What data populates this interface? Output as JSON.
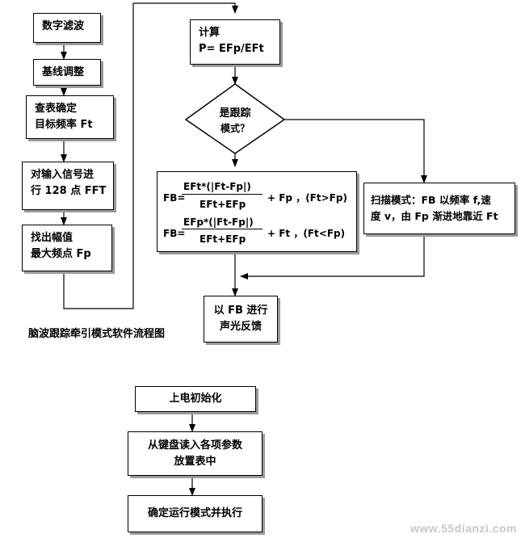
{
  "left_column": {
    "step1": "数字滤波",
    "step2": "基线调整",
    "step3": [
      "查表确定",
      "目标频率 Ft"
    ],
    "step4": [
      "对输入信号进",
      "行 128 点 FFT"
    ],
    "step5": [
      "找出幅值",
      "最大频点 Fp"
    ]
  },
  "right_column": {
    "compute": [
      "计算",
      "P= EFp/EFt"
    ],
    "decision": [
      "是跟踪",
      "模式？"
    ],
    "formula1": {
      "lhs": "FB=",
      "numerator": "EFt*(|Ft-Fp|)",
      "denominator": "EFt+EFp",
      "tail": "+ Fp ，(Ft>Fp)"
    },
    "formula2": {
      "lhs": "FB=",
      "numerator": "EFp*(|Ft-Fp|)",
      "denominator": "EFt+EFp",
      "tail": "+ Ft ，(Ft<Fp)"
    },
    "scan_mode": [
      "扫描模式：FB 以频率 f,速",
      "度 v，由 Fp 渐进地靠近 Ft"
    ],
    "output": [
      "以 FB 进行",
      "声光反馈"
    ]
  },
  "caption": "脑波跟踪牵引模式软件流程图",
  "init_flow": {
    "step1": "上电初始化",
    "step2": [
      "从键盘读入各项参数",
      "放置表中"
    ],
    "step3": "确定运行模式并执行"
  },
  "watermark": "www.55dianzi.com"
}
